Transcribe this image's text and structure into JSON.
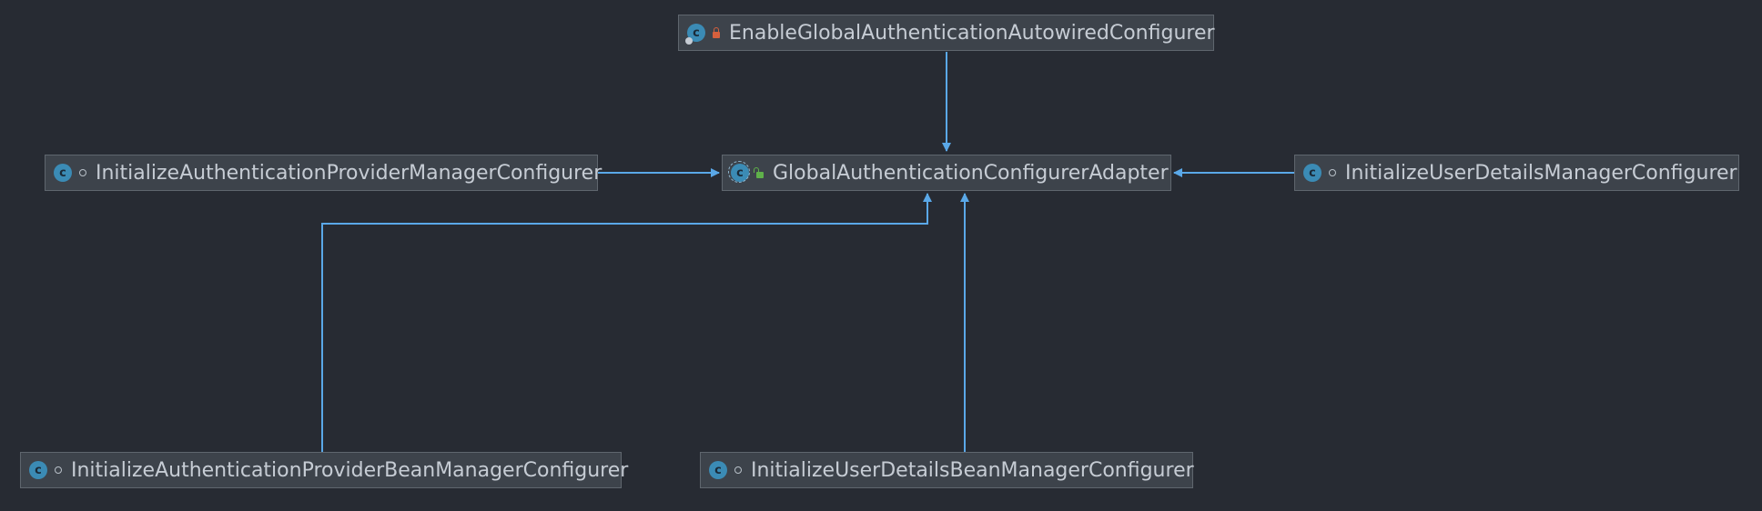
{
  "diagram": {
    "colors": {
      "background": "#272b33",
      "node_fill": "#3d434b",
      "node_border": "#5f666e",
      "edge": "#5aa8e8",
      "class_icon": "#3b8bb5"
    },
    "nodes": {
      "enable_global": {
        "label": "EnableGlobalAuthenticationAutowiredConfigurer",
        "icon": "annotated-class-icon",
        "visibility": "private"
      },
      "adapter": {
        "label": "GlobalAuthenticationConfigurerAdapter",
        "icon": "abstract-class-icon",
        "visibility": "public"
      },
      "init_auth_provider_manager": {
        "label": "InitializeAuthenticationProviderManagerConfigurer",
        "icon": "class-icon",
        "visibility": "package"
      },
      "init_user_details_manager": {
        "label": "InitializeUserDetailsManagerConfigurer",
        "icon": "class-icon",
        "visibility": "package"
      },
      "init_auth_provider_bean_manager": {
        "label": "InitializeAuthenticationProviderBeanManagerConfigurer",
        "icon": "class-icon",
        "visibility": "package"
      },
      "init_user_details_bean_manager": {
        "label": "InitializeUserDetailsBeanManagerConfigurer",
        "icon": "class-icon",
        "visibility": "package"
      }
    },
    "edges": [
      {
        "from": "enable_global",
        "to": "adapter",
        "type": "extends"
      },
      {
        "from": "init_auth_provider_manager",
        "to": "adapter",
        "type": "extends"
      },
      {
        "from": "init_user_details_manager",
        "to": "adapter",
        "type": "extends"
      },
      {
        "from": "init_auth_provider_bean_manager",
        "to": "adapter",
        "type": "extends"
      },
      {
        "from": "init_user_details_bean_manager",
        "to": "adapter",
        "type": "extends"
      }
    ]
  }
}
